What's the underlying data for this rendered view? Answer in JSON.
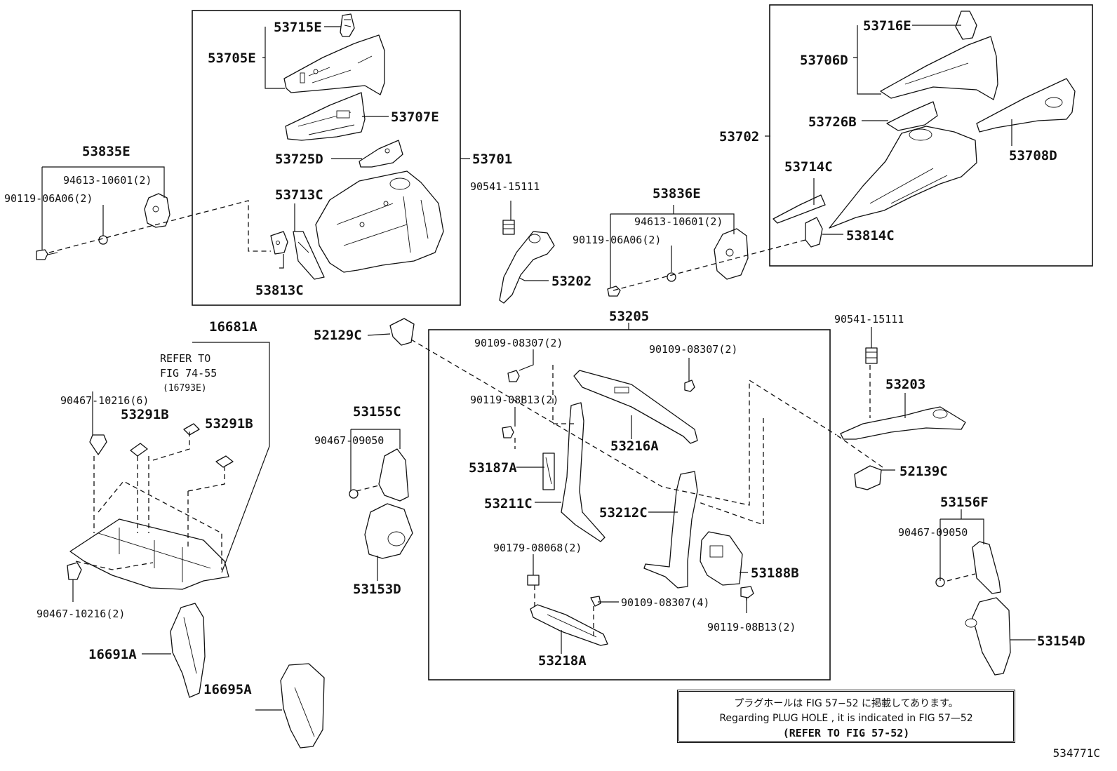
{
  "callouts": {
    "p53715E": "53715E",
    "p53705E": "53705E",
    "p53707E": "53707E",
    "p53725D": "53725D",
    "p53701": "53701",
    "p53713C": "53713C",
    "p53813C": "53813C",
    "p53835E": "53835E",
    "p94613_left": "94613-10601(2)",
    "p90119_left": "90119-06A06(2)",
    "p90541_top": "90541-15111",
    "p53202": "53202",
    "p53836E": "53836E",
    "p94613_mid": "94613-10601(2)",
    "p90119_mid": "90119-06A06(2)",
    "p53716E": "53716E",
    "p53706D": "53706D",
    "p53726B": "53726B",
    "p53702": "53702",
    "p53708D": "53708D",
    "p53714C": "53714C",
    "p53814C": "53814C",
    "p16681A": "16681A",
    "refer_line1": "REFER TO",
    "refer_line2": "FIG 74-55",
    "refer_line3": "(16793E)",
    "p90467_6": "90467-10216(6)",
    "p53291B_a": "53291B",
    "p53291B_b": "53291B",
    "p90467_2": "90467-10216(2)",
    "p16691A": "16691A",
    "p16695A": "16695A",
    "p52129C": "52129C",
    "p53155C": "53155C",
    "p90467_09050_a": "90467-09050",
    "p53153D": "53153D",
    "p53205": "53205",
    "p90109_a": "90109-08307(2)",
    "p90109_b": "90109-08307(2)",
    "p90119_08B13_a": "90119-08B13(2)",
    "p53187A": "53187A",
    "p53216A": "53216A",
    "p53211C": "53211C",
    "p53212C": "53212C",
    "p90179": "90179-08068(2)",
    "p90109_c": "90109-08307(4)",
    "p53188B": "53188B",
    "p90119_08B13_b": "90119-08B13(2)",
    "p53218A": "53218A",
    "p90541_right": "90541-15111",
    "p53203": "53203",
    "p52139C": "52139C",
    "p53156F": "53156F",
    "p90467_09050_b": "90467-09050",
    "p53154D": "53154D"
  },
  "note": {
    "jp": "プラグホールは FIG 57−52 に掲載してあります。",
    "en": "Regarding  PLUG  HOLE , it is indicated in FIG  57—52",
    "ref": "(REFER TO FIG 57-52)"
  },
  "diagram_code": "534771C"
}
